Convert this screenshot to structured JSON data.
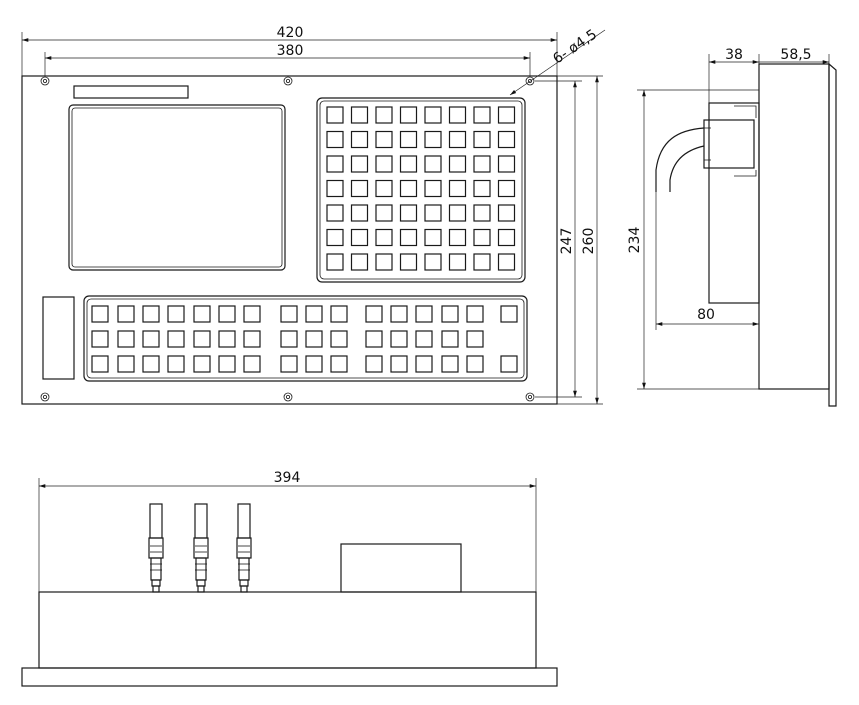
{
  "drawing": {
    "front_view": {
      "dim_width_outer": "420",
      "dim_width_holes": "380",
      "dim_height_holes": "247",
      "dim_height_outer": "260",
      "hole_callout": "6- ø4,5"
    },
    "side_view": {
      "dim_depth_body": "38",
      "dim_depth_panel": "58,5",
      "dim_height": "234",
      "dim_cable": "80"
    },
    "bottom_view": {
      "dim_width": "394"
    }
  }
}
